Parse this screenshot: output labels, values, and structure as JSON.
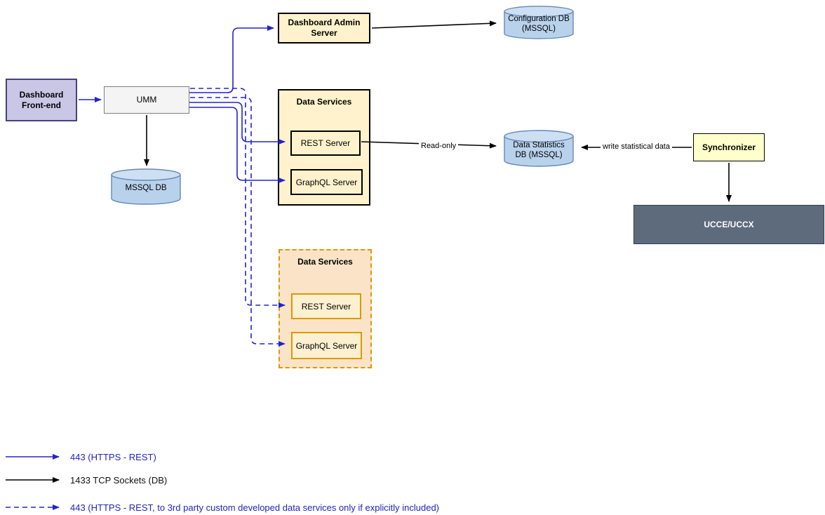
{
  "nodes": {
    "frontend": {
      "label": "Dashboard Front-end"
    },
    "umm": {
      "label": "UMM"
    },
    "admin_server": {
      "label": "Dashboard Admin Server"
    },
    "config_db": {
      "label": "Configuration DB (MSSQL)"
    },
    "mssql_db": {
      "label": "MSSQL DB"
    },
    "stats_db": {
      "label": "Data Statistics DB (MSSQL)"
    },
    "synchronizer": {
      "label": "Synchronizer"
    },
    "ucce": {
      "label": "UCCE/UCCX"
    },
    "data_services": {
      "title": "Data Services",
      "rest": "REST Server",
      "graphql": "GraphQL Server"
    },
    "data_services_3p": {
      "title": "Data Services",
      "rest": "REST Server",
      "graphql": "GraphQL Server"
    }
  },
  "edge_labels": {
    "read_only": "Read-only",
    "write_stats": "write statistical data"
  },
  "legend": [
    {
      "style": "blue-solid",
      "label": "443 (HTTPS - REST)"
    },
    {
      "style": "black-solid",
      "label": "1433 TCP Sockets (DB)"
    },
    {
      "style": "blue-dashed",
      "label": "443 (HTTPS - REST, to 3rd party custom developed data services only if explicitly included)"
    }
  ],
  "colors": {
    "https_rest_blue": "#2323cc",
    "tcp_socket_black": "#000000",
    "node_yellow": "#fff2cc",
    "node_peach": "#fbe3c8",
    "orange_border": "#d79b00",
    "purple_fill": "#c9c6e6",
    "database_blue": "#b9d2ec",
    "ucce_gray": "#5d6b7c",
    "synchronizer_yellow": "#ffffcc"
  }
}
